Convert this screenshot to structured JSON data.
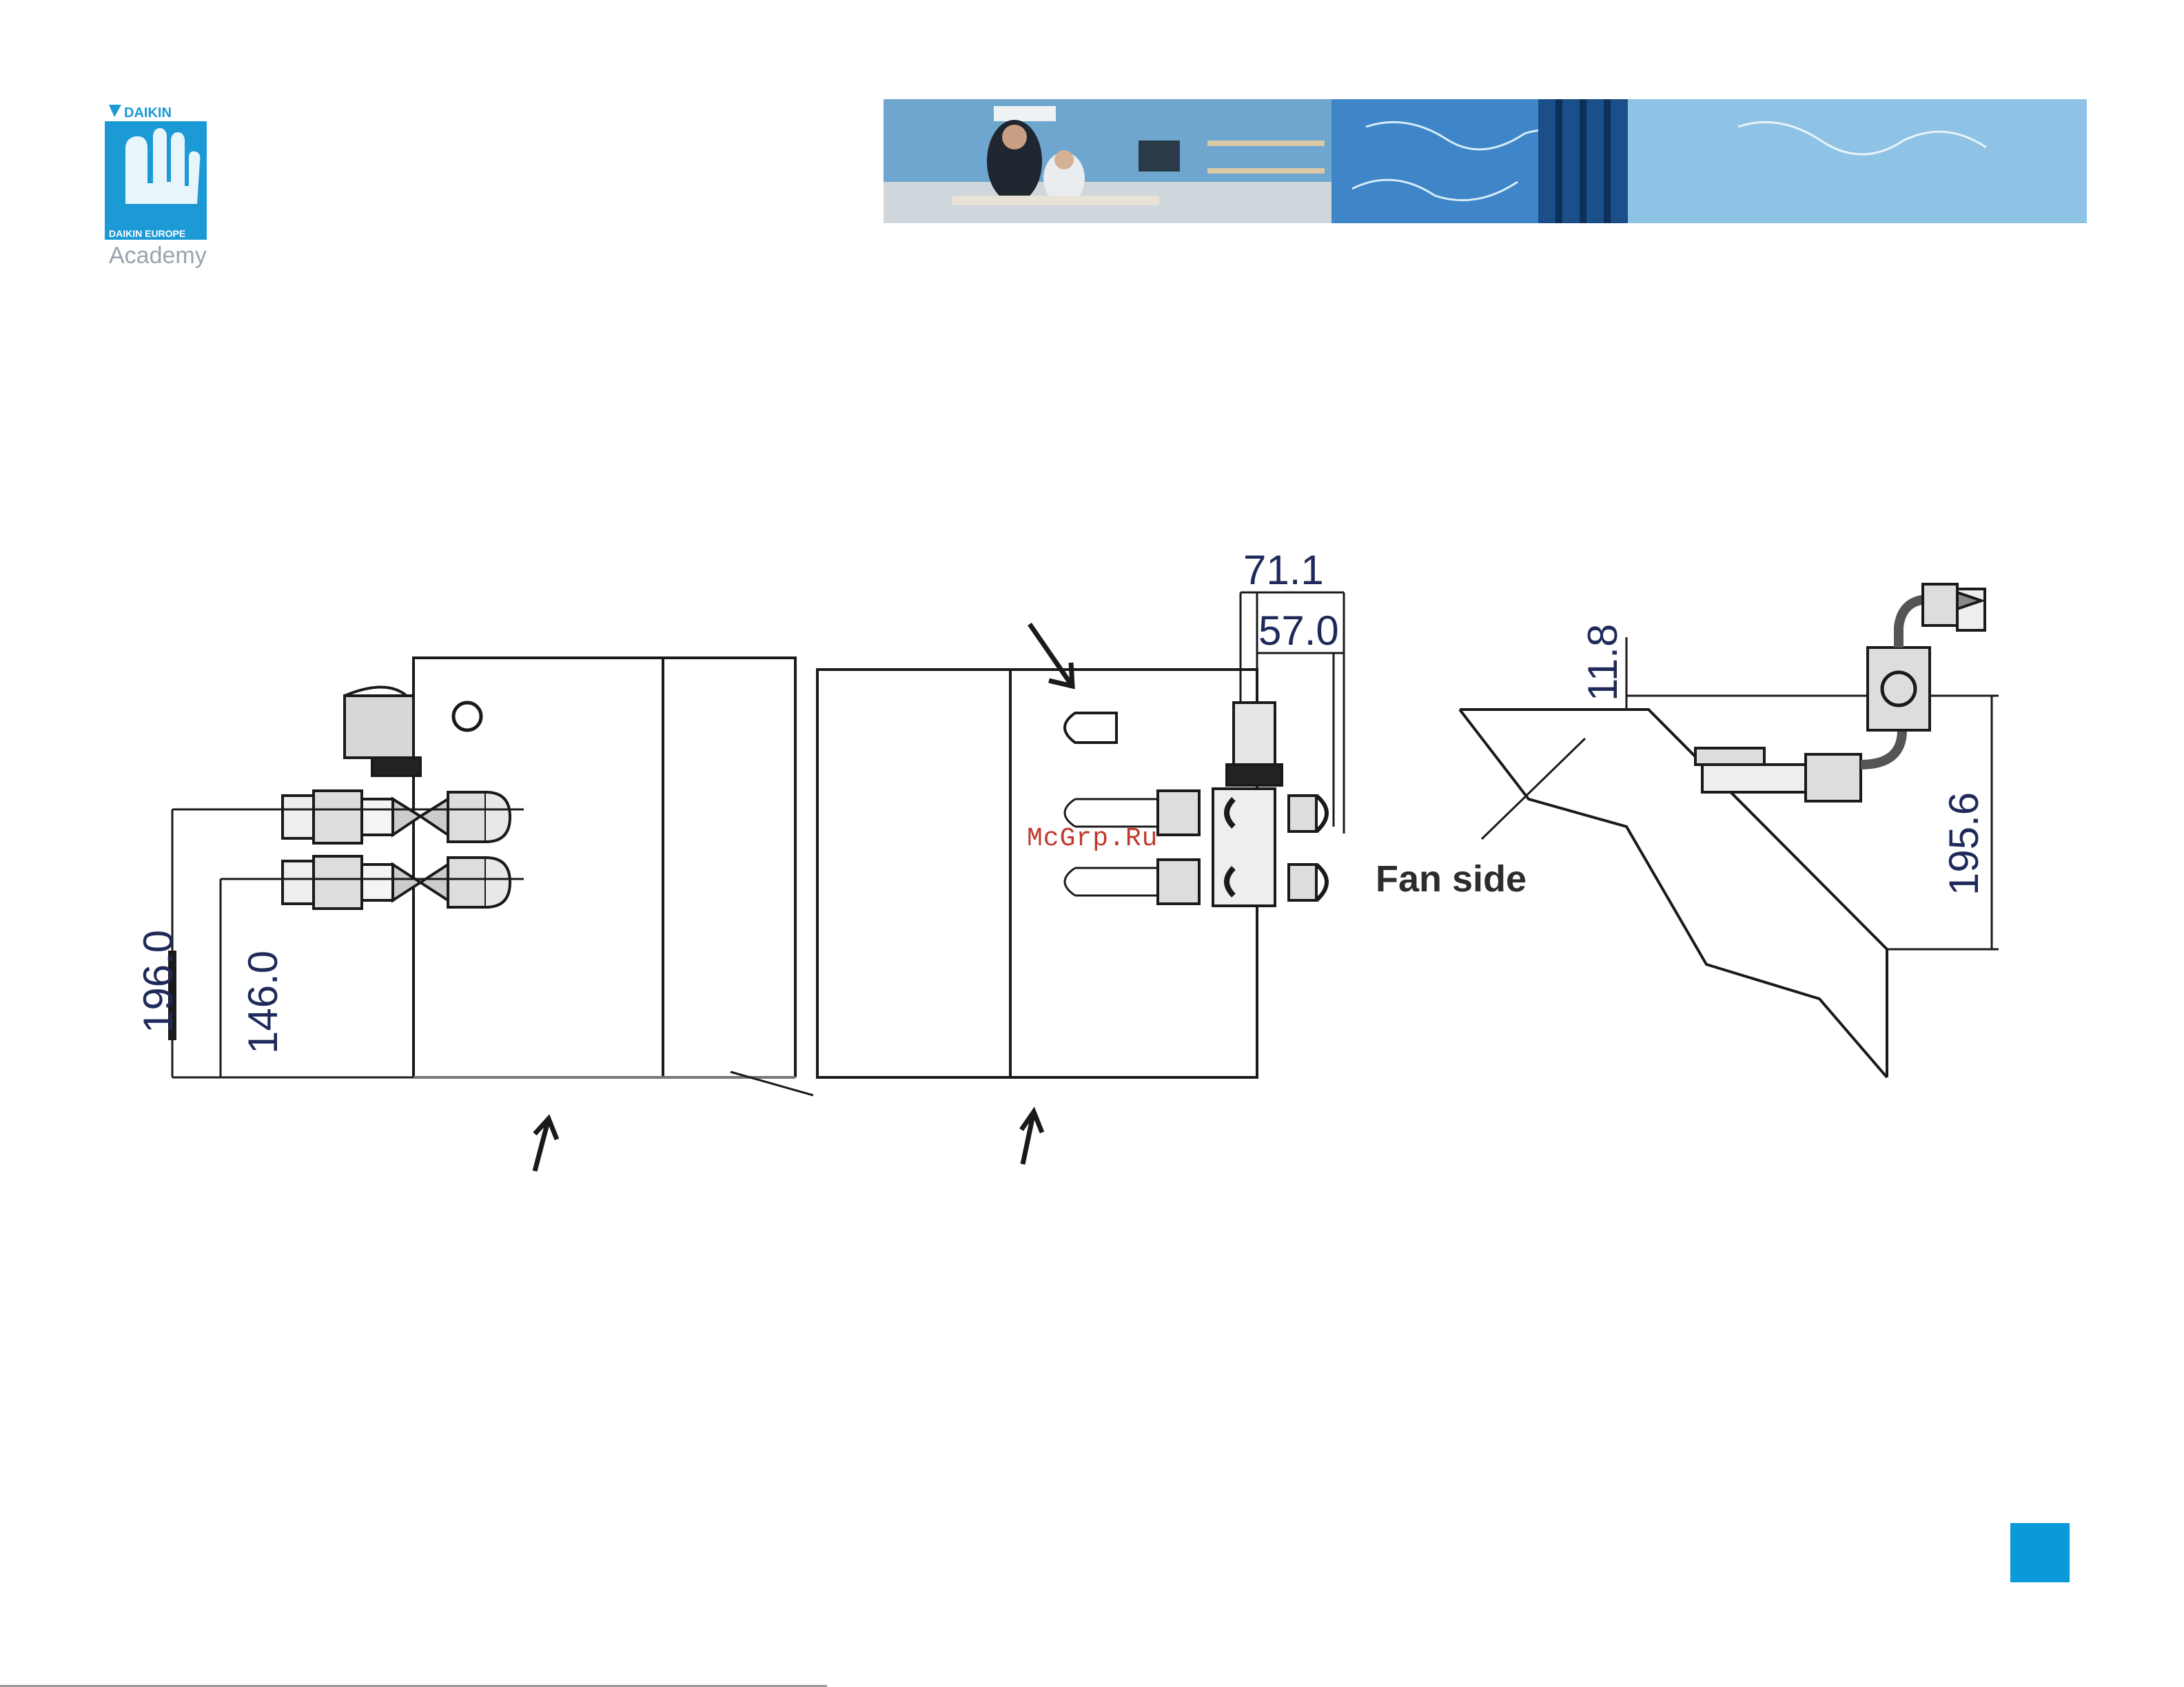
{
  "header": {
    "brand_text": "DAIKIN",
    "logo_caption": "DAIKIN EUROPE",
    "logo_subtitle": "Academy"
  },
  "watermark": "McGrp.Ru",
  "colors": {
    "brand_blue": "#0a9ad9",
    "dimension_text": "#1f2a5a",
    "drawing_line": "#1a1a1a"
  },
  "diagram": {
    "left_view": {
      "dim_outer": "196.0",
      "dim_inner": "146.0"
    },
    "middle_view": {
      "dim_top_outer": "71.1",
      "dim_top_inner": "57.0"
    },
    "right_view": {
      "dim_top": "11.8",
      "dim_side": "195.6",
      "label_fan_side": "Fan side"
    }
  }
}
